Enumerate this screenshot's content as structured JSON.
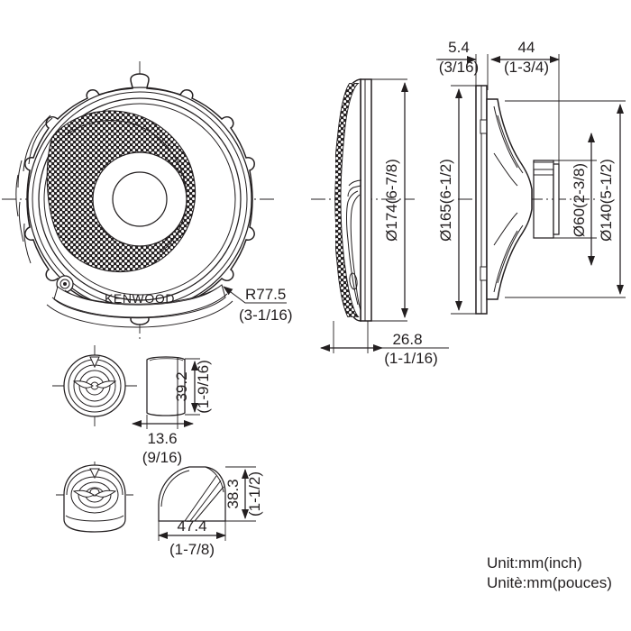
{
  "document": {
    "kind": "technical-dimension-drawing",
    "subject": "Kenwood 6-1/2 inch component car speaker",
    "background_color": "#ffffff",
    "line_color": "#231f20"
  },
  "views": {
    "front": {
      "name": "speaker-front-view",
      "brand_label": "KENWOOD",
      "radius_callout": {
        "value": "R77.5",
        "inch": "(3-1/16)"
      }
    },
    "side_profile": {
      "name": "speaker-side-profile-view",
      "diameter": {
        "value": "Ø174(6-7/8)"
      },
      "depth": {
        "value": "26.8",
        "inch": "(1-1/16)"
      }
    },
    "section": {
      "name": "speaker-cross-section-view",
      "flange_thickness": {
        "value": "5.4",
        "inch": "(3/16)"
      },
      "body_depth": {
        "value": "44",
        "inch": "(1-3/4)"
      },
      "frame_diameter": {
        "value": "Ø165(6-1/2)"
      },
      "magnet_diameter": {
        "value": "Ø60(2-3/8)"
      },
      "mount_diameter": {
        "value": "Ø140(5-1/2)"
      }
    },
    "tweeter_flush": {
      "name": "tweeter-flush-mount-view",
      "height": {
        "value": "39.2",
        "inch": "(1-9/16)"
      },
      "depth": {
        "value": "13.6",
        "inch": "(9/16)"
      }
    },
    "tweeter_surface": {
      "name": "tweeter-surface-mount-view",
      "height": {
        "value": "38.3",
        "inch": "(1-1/2)"
      },
      "width": {
        "value": "47.4",
        "inch": "(1-7/8)"
      }
    }
  },
  "notes": {
    "unit_en": "Unit:mm(inch)",
    "unit_fr": "Unitè:mm(pouces)"
  }
}
